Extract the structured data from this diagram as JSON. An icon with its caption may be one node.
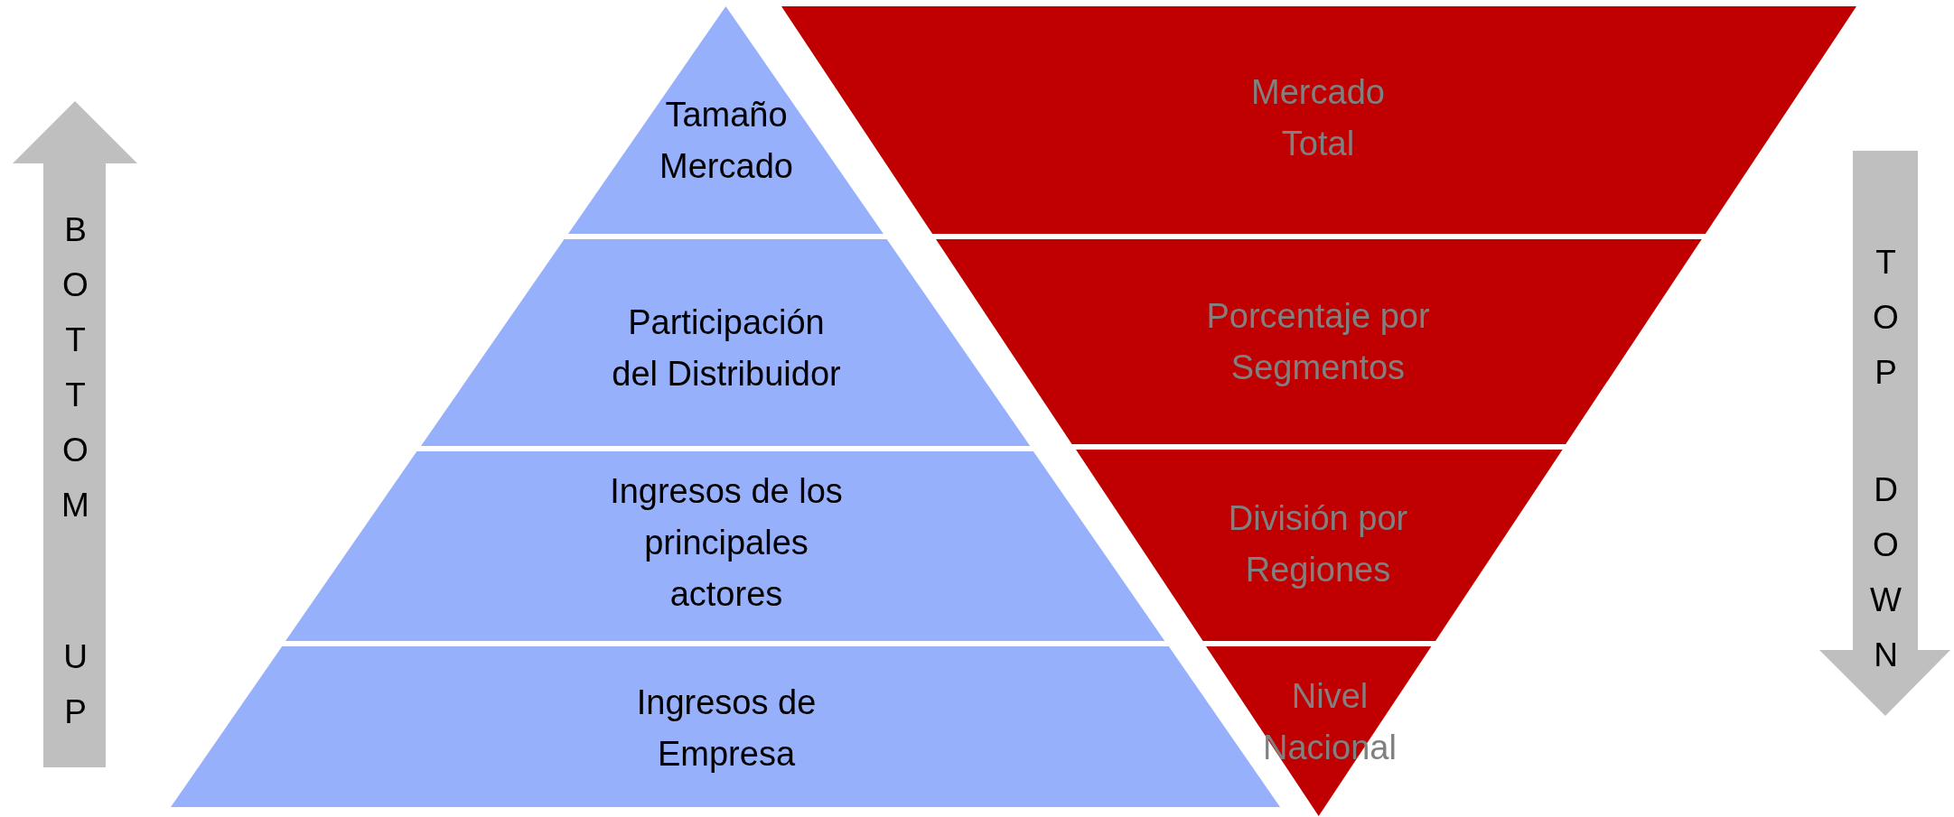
{
  "diagram": {
    "nodes": [
      {
        "text": [
          "Tamaño Mercado"
        ]
      },
      {
        "text": [
          "Participación del Distribuidor"
        ]
      },
      {
        "text": [
          "Ingresos de los principales actores"
        ]
      },
      {
        "text": [
          "Ingresos de Empresa"
        ]
      },
      {
        "text": [
          "Mercado Total"
        ]
      },
      {
        "text": [
          "Porcentaje por Segmentos"
        ]
      },
      {
        "text": [
          "División por Regiones"
        ]
      },
      {
        "text": [
          "Nivel Nacional"
        ]
      }
    ],
    "edges": [],
    "labels": [
      "BOTTOM",
      "UP",
      "TOP",
      "DOWN"
    ]
  }
}
